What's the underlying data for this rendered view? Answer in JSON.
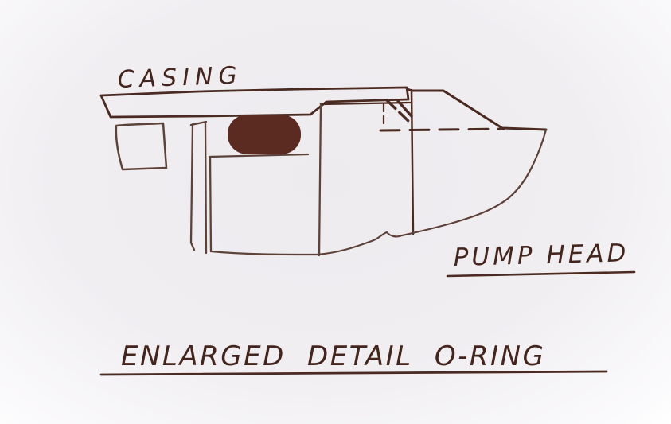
{
  "diagram": {
    "casing_label": "CASING",
    "pump_head_label": "PUMP HEAD",
    "title": "ENLARGED DETAIL O-RING",
    "colors": {
      "ink": "#4b2a22",
      "o_ring_fill": "#5b2a20",
      "paper": "#f0eef1"
    }
  }
}
